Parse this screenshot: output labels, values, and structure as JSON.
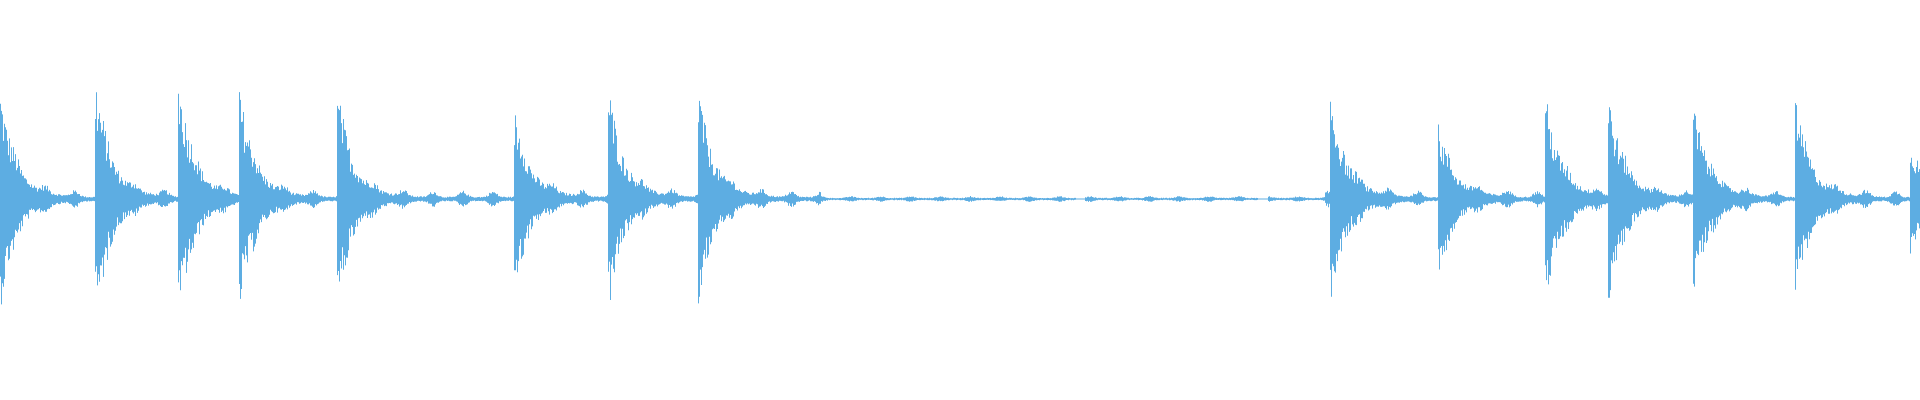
{
  "waveform": {
    "color": "#5DADE2",
    "background": "#FFFFFF",
    "transients": [
      0.0,
      0.05,
      0.093,
      0.125,
      0.176,
      0.268,
      0.317,
      0.364,
      0.693,
      0.749,
      0.805,
      0.838,
      0.882,
      0.935,
      0.995
    ],
    "transient_peaks": [
      0.52,
      0.55,
      0.58,
      0.5,
      0.48,
      0.4,
      0.5,
      0.48,
      0.5,
      0.33,
      0.48,
      0.48,
      0.45,
      0.45,
      0.25
    ],
    "quiet_segments": [
      {
        "start": 0.56,
        "end": 0.565
      },
      {
        "start": 0.655,
        "end": 0.66
      }
    ]
  }
}
